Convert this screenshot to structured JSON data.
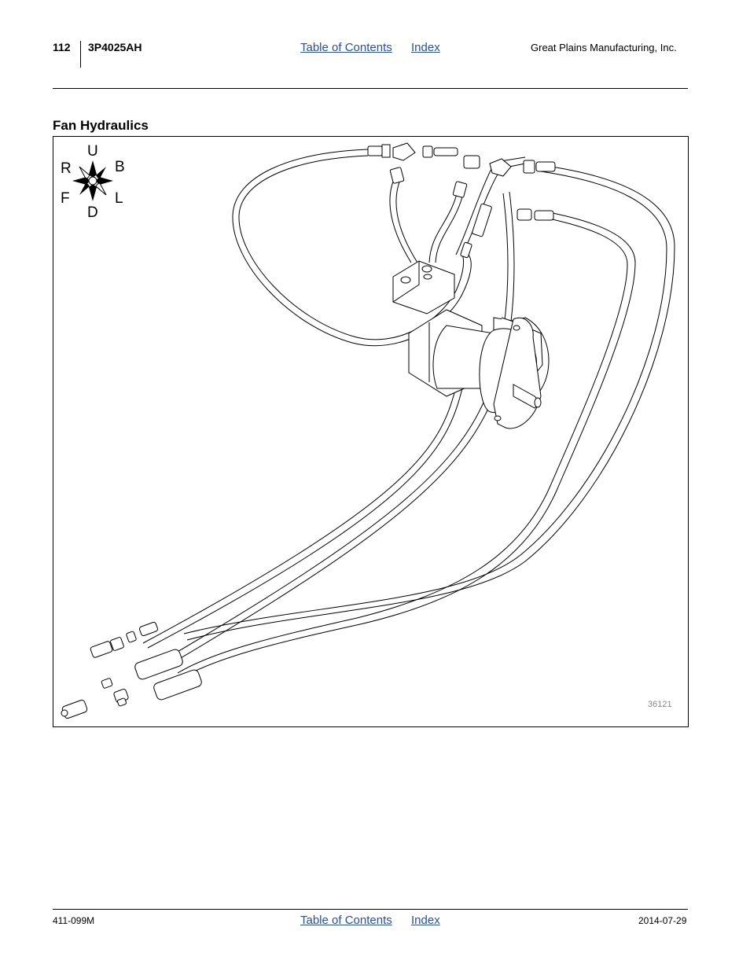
{
  "header": {
    "page_number": "112",
    "model": "3P4025AH",
    "toc_link": "Table of Contents",
    "index_link": "Index",
    "company": "Great Plains Manufacturing, Inc."
  },
  "section": {
    "title": "Fan Hydraulics"
  },
  "figure": {
    "compass": {
      "up": "U",
      "down": "D",
      "rear": "R",
      "back": "B",
      "front": "F",
      "left": "L"
    },
    "figure_id": "36121"
  },
  "footer": {
    "doc_number": "411-099M",
    "toc_link": "Table of Contents",
    "index_link": "Index",
    "date": "2014-07-29"
  }
}
